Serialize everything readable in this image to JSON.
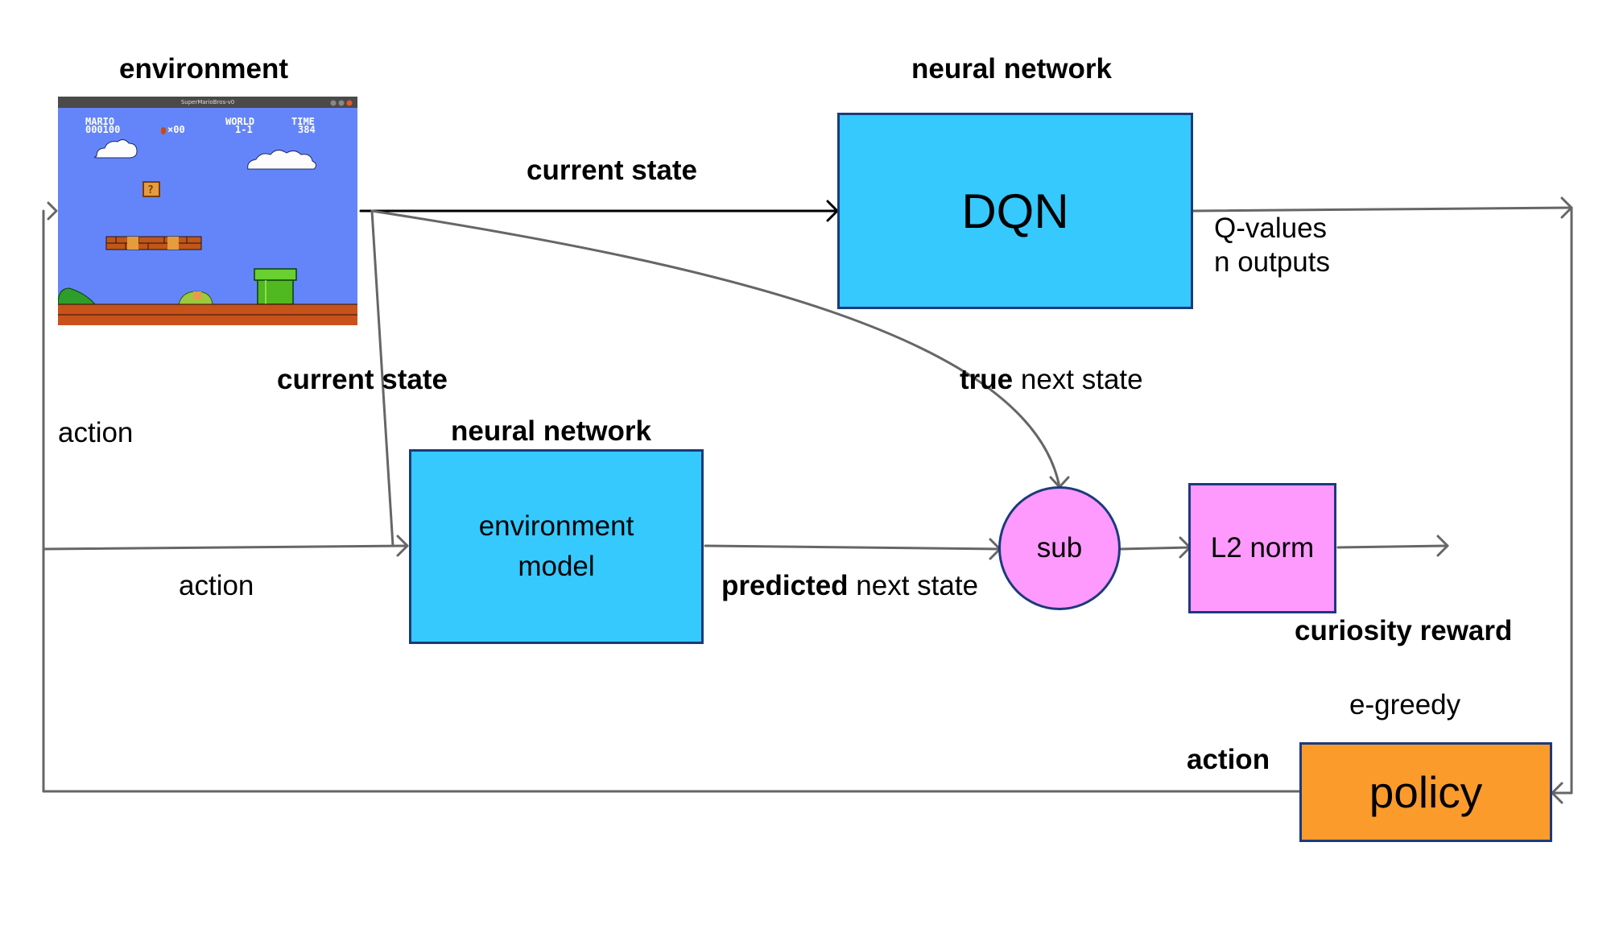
{
  "labels": {
    "environment_title": "environment",
    "nn_title_top": "neural network",
    "current_state_top": "current state",
    "qvalues_line1": "Q-values",
    "qvalues_line2": "n outputs",
    "current_state_left": "current state",
    "true_bold": "true",
    "true_rest": " next state",
    "action_left": "action",
    "nn_title_mid": "neural network",
    "action_mid": "action",
    "predicted_bold": "predicted",
    "predicted_rest": " next state",
    "curiosity_reward": "curiosity reward",
    "e_greedy": "e-greedy",
    "action_bottom": "action"
  },
  "boxes": {
    "dqn": "DQN",
    "env_model_line1": "environment",
    "env_model_line2": "model",
    "sub": "sub",
    "l2norm": "L2 norm",
    "policy": "policy"
  },
  "game": {
    "window_title": "SuperMarioBros-v0",
    "hud_mario": "MARIO",
    "hud_score": "000100",
    "hud_coins": "×00",
    "hud_world": "WORLD",
    "hud_world_value": "1-1",
    "hud_time": "TIME",
    "hud_time_value": "384"
  },
  "colors": {
    "box_blue": "#35c9fe",
    "box_pink": "#fe99fe",
    "box_orange": "#fa9b2c",
    "box_border": "#1c3a7c",
    "line_gray": "#666666",
    "sky": "#6485fa"
  }
}
